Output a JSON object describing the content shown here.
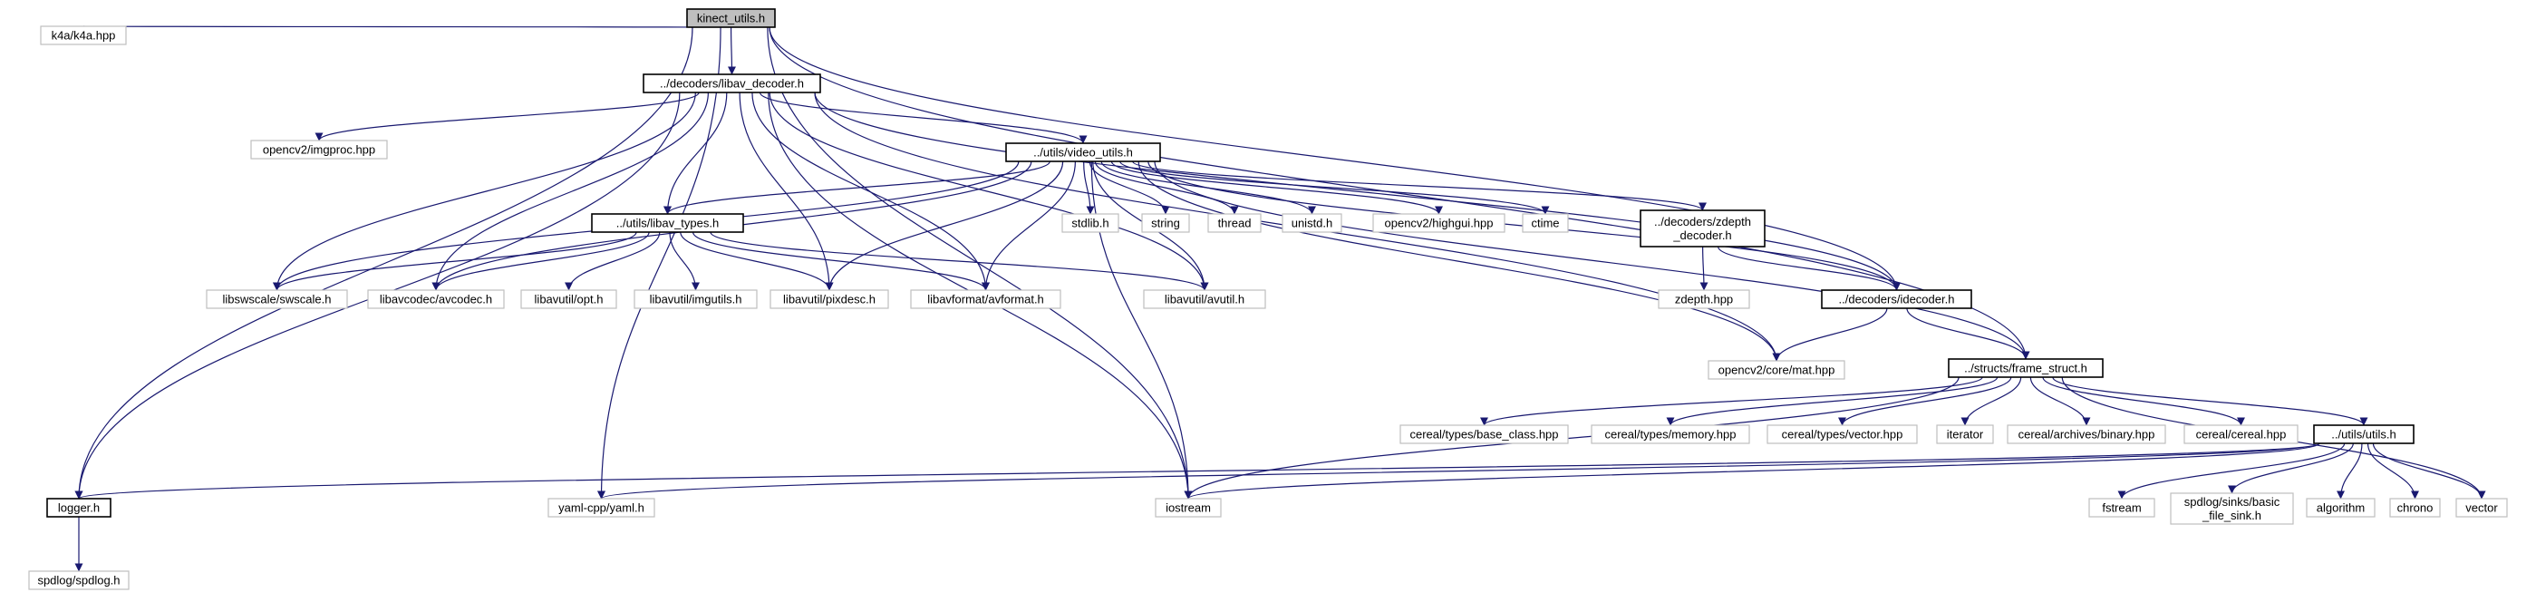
{
  "graph": {
    "colors": {
      "edge": "#191970",
      "root_fill": "#bfbfbf",
      "node_border": "#000000",
      "external_border": "#bfbfbf"
    },
    "nodes": {
      "kinect_utils": {
        "label": "kinect_utils.h",
        "kind": "root"
      },
      "k4a": {
        "label": "k4a/k4a.hpp",
        "kind": "external"
      },
      "libav_decoder": {
        "label": "../decoders/libav_decoder.h",
        "kind": "internal"
      },
      "opencv_imgproc": {
        "label": "opencv2/imgproc.hpp",
        "kind": "external"
      },
      "video_utils": {
        "label": "../utils/video_utils.h",
        "kind": "internal"
      },
      "libav_types": {
        "label": "../utils/libav_types.h",
        "kind": "internal"
      },
      "stdlib": {
        "label": "stdlib.h",
        "kind": "external"
      },
      "string": {
        "label": "string",
        "kind": "external"
      },
      "thread": {
        "label": "thread",
        "kind": "external"
      },
      "unistd": {
        "label": "unistd.h",
        "kind": "external"
      },
      "opencv_highgui": {
        "label": "opencv2/highgui.hpp",
        "kind": "external"
      },
      "ctime": {
        "label": "ctime",
        "kind": "external"
      },
      "zdepth_decoder": {
        "label_lines": [
          "../decoders/zdepth",
          "_decoder.h"
        ],
        "kind": "internal"
      },
      "zdepth_hpp": {
        "label": "zdepth.hpp",
        "kind": "external"
      },
      "idecoder": {
        "label": "../decoders/idecoder.h",
        "kind": "internal"
      },
      "libswscale": {
        "label": "libswscale/swscale.h",
        "kind": "external"
      },
      "libavcodec": {
        "label": "libavcodec/avcodec.h",
        "kind": "external"
      },
      "libavutil_opt": {
        "label": "libavutil/opt.h",
        "kind": "external"
      },
      "libavutil_imgutils": {
        "label": "libavutil/imgutils.h",
        "kind": "external"
      },
      "libavutil_pixdesc": {
        "label": "libavutil/pixdesc.h",
        "kind": "external"
      },
      "libavformat": {
        "label": "libavformat/avformat.h",
        "kind": "external"
      },
      "libavutil_avutil": {
        "label": "libavutil/avutil.h",
        "kind": "external"
      },
      "opencv_mat": {
        "label": "opencv2/core/mat.hpp",
        "kind": "external"
      },
      "frame_struct": {
        "label": "../structs/frame_struct.h",
        "kind": "internal"
      },
      "cereal_base_class": {
        "label": "cereal/types/base_class.hpp",
        "kind": "external"
      },
      "cereal_memory": {
        "label": "cereal/types/memory.hpp",
        "kind": "external"
      },
      "cereal_vector": {
        "label": "cereal/types/vector.hpp",
        "kind": "external"
      },
      "iterator": {
        "label": "iterator",
        "kind": "external"
      },
      "cereal_binary": {
        "label": "cereal/archives/binary.hpp",
        "kind": "external"
      },
      "cereal_cereal": {
        "label": "cereal/cereal.hpp",
        "kind": "external"
      },
      "utils_h": {
        "label": "../utils/utils.h",
        "kind": "internal"
      },
      "logger": {
        "label": "logger.h",
        "kind": "internal"
      },
      "yaml": {
        "label": "yaml-cpp/yaml.h",
        "kind": "external"
      },
      "iostream": {
        "label": "iostream",
        "kind": "external"
      },
      "fstream": {
        "label": "fstream",
        "kind": "external"
      },
      "spdlog_sinks": {
        "label_lines": [
          "spdlog/sinks/basic",
          "_file_sink.h"
        ],
        "kind": "external"
      },
      "algorithm": {
        "label": "algorithm",
        "kind": "external"
      },
      "chrono": {
        "label": "chrono",
        "kind": "external"
      },
      "vector": {
        "label": "vector",
        "kind": "external"
      },
      "spdlog": {
        "label": "spdlog/spdlog.h",
        "kind": "external"
      }
    },
    "edges": [
      [
        "kinect_utils",
        "k4a"
      ],
      [
        "kinect_utils",
        "libav_decoder"
      ],
      [
        "kinect_utils",
        "logger"
      ],
      [
        "kinect_utils",
        "yaml"
      ],
      [
        "kinect_utils",
        "idecoder"
      ],
      [
        "kinect_utils",
        "iostream"
      ],
      [
        "kinect_utils",
        "frame_struct"
      ],
      [
        "libav_decoder",
        "opencv_imgproc"
      ],
      [
        "libav_decoder",
        "video_utils"
      ],
      [
        "libav_decoder",
        "libav_types"
      ],
      [
        "libav_decoder",
        "libswscale"
      ],
      [
        "libav_decoder",
        "libavcodec"
      ],
      [
        "libav_decoder",
        "libavutil_pixdesc"
      ],
      [
        "libav_decoder",
        "libavformat"
      ],
      [
        "libav_decoder",
        "libavutil_avutil"
      ],
      [
        "libav_decoder",
        "opencv_mat"
      ],
      [
        "libav_decoder",
        "idecoder"
      ],
      [
        "libav_decoder",
        "logger"
      ],
      [
        "libav_decoder",
        "iostream"
      ],
      [
        "video_utils",
        "libav_types"
      ],
      [
        "video_utils",
        "stdlib"
      ],
      [
        "video_utils",
        "string"
      ],
      [
        "video_utils",
        "thread"
      ],
      [
        "video_utils",
        "unistd"
      ],
      [
        "video_utils",
        "opencv_highgui"
      ],
      [
        "video_utils",
        "ctime"
      ],
      [
        "video_utils",
        "zdepth_decoder"
      ],
      [
        "video_utils",
        "idecoder"
      ],
      [
        "video_utils",
        "frame_struct"
      ],
      [
        "video_utils",
        "libswscale"
      ],
      [
        "video_utils",
        "libavcodec"
      ],
      [
        "video_utils",
        "libavutil_pixdesc"
      ],
      [
        "video_utils",
        "libavformat"
      ],
      [
        "video_utils",
        "libavutil_avutil"
      ],
      [
        "video_utils",
        "opencv_mat"
      ],
      [
        "video_utils",
        "iostream"
      ],
      [
        "libav_types",
        "libswscale"
      ],
      [
        "libav_types",
        "libavcodec"
      ],
      [
        "libav_types",
        "libavutil_opt"
      ],
      [
        "libav_types",
        "libavutil_imgutils"
      ],
      [
        "libav_types",
        "libavutil_pixdesc"
      ],
      [
        "libav_types",
        "libavformat"
      ],
      [
        "libav_types",
        "libavutil_avutil"
      ],
      [
        "zdepth_decoder",
        "zdepth_hpp"
      ],
      [
        "zdepth_decoder",
        "idecoder"
      ],
      [
        "idecoder",
        "opencv_mat"
      ],
      [
        "idecoder",
        "frame_struct"
      ],
      [
        "frame_struct",
        "cereal_base_class"
      ],
      [
        "frame_struct",
        "cereal_memory"
      ],
      [
        "frame_struct",
        "cereal_vector"
      ],
      [
        "frame_struct",
        "iterator"
      ],
      [
        "frame_struct",
        "cereal_binary"
      ],
      [
        "frame_struct",
        "cereal_cereal"
      ],
      [
        "frame_struct",
        "utils_h"
      ],
      [
        "frame_struct",
        "iostream"
      ],
      [
        "frame_struct",
        "vector"
      ],
      [
        "utils_h",
        "logger"
      ],
      [
        "utils_h",
        "yaml"
      ],
      [
        "utils_h",
        "iostream"
      ],
      [
        "utils_h",
        "fstream"
      ],
      [
        "utils_h",
        "spdlog_sinks"
      ],
      [
        "utils_h",
        "algorithm"
      ],
      [
        "utils_h",
        "chrono"
      ],
      [
        "utils_h",
        "vector"
      ],
      [
        "logger",
        "spdlog"
      ]
    ]
  }
}
